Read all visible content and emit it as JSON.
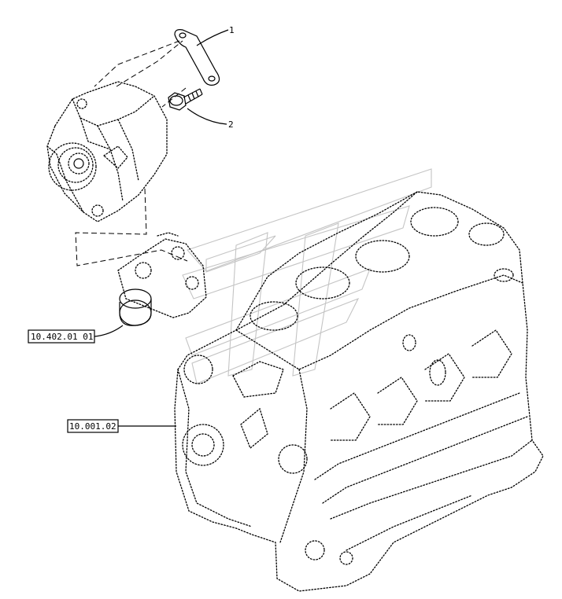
{
  "callouts": {
    "item_1": "1",
    "item_2": "2",
    "ref_water_pump": "10.402.01 01",
    "ref_engine_block": "10.001.02"
  },
  "icons": {
    "logo": "watermark-logo-icon",
    "alternator": "alternator-icon",
    "bracket": "bracket-icon",
    "bolt": "bolt-icon",
    "engine": "engine-block-icon"
  },
  "colors": {
    "line": "#000000",
    "watermark": "#c4c4c4",
    "background": "#ffffff"
  }
}
